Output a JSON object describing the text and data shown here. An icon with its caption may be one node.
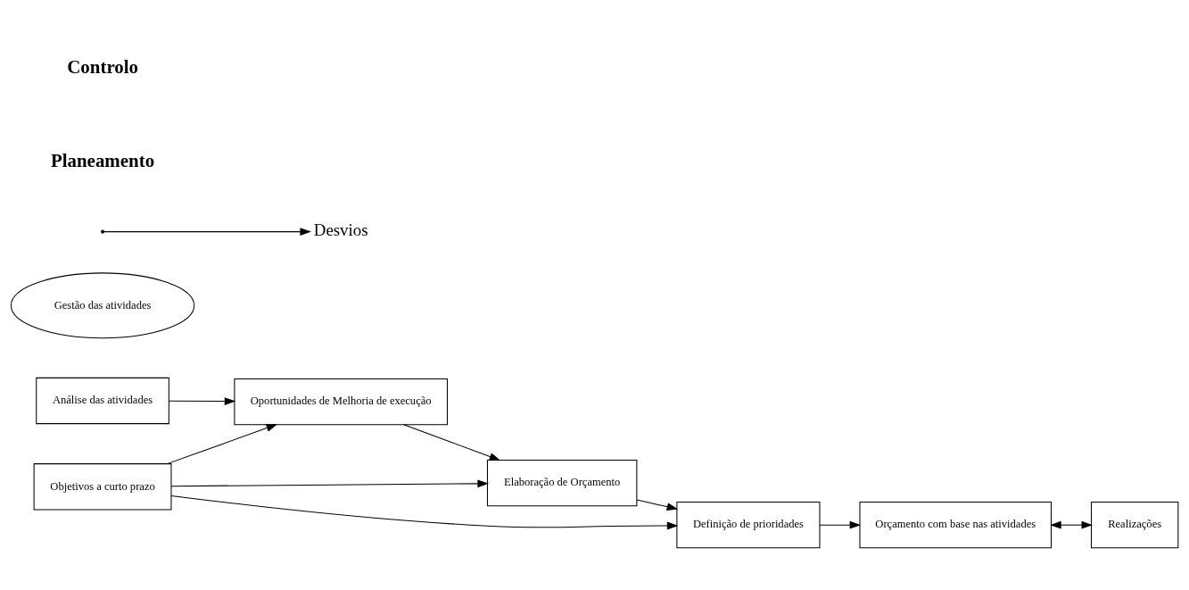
{
  "diagram": {
    "nodes": [
      {
        "text": [
          "Objetivos a curto prazo"
        ]
      },
      {
        "text": [
          "Análise das atividades"
        ]
      },
      {
        "text": [
          "Oportunidades de Melhoria de execução"
        ]
      },
      {
        "text": [
          "Elaboração de Orçamento"
        ]
      },
      {
        "text": [
          "Definição de prioridades"
        ]
      },
      {
        "text": [
          "Gestão das atividades"
        ]
      },
      {
        "text": [
          "Orçamento com base nas atividades"
        ]
      },
      {
        "text": [
          "Realizações"
        ]
      },
      {
        "text": [
          "Desvios"
        ]
      }
    ],
    "edges": [
      {
        "from": 0,
        "to": 2,
        "arrow": "to"
      },
      {
        "from": 0,
        "to": 3,
        "arrow": "to"
      },
      {
        "from": 0,
        "to": 4,
        "arrow": "to"
      },
      {
        "from": 1,
        "to": 2,
        "arrow": "to"
      },
      {
        "from": 2,
        "to": 3,
        "arrow": "to"
      },
      {
        "from": 3,
        "to": 4,
        "arrow": "to"
      },
      {
        "from": 4,
        "to": 6,
        "arrow": "to"
      },
      {
        "from": 6,
        "to": 7,
        "arrow": "both"
      },
      {
        "from": null,
        "to": 8,
        "arrow": "to"
      }
    ],
    "labels": [
      "Planeamento",
      "Controlo"
    ]
  }
}
